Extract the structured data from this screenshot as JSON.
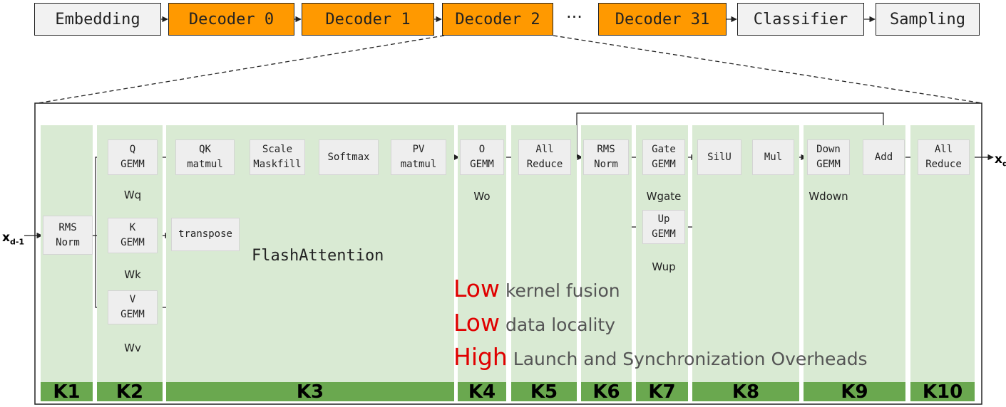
{
  "pipeline": {
    "stages": [
      "Embedding",
      "Decoder 0",
      "Decoder 1",
      "Decoder 2",
      "Decoder 31",
      "Classifier",
      "Sampling"
    ],
    "ellipsis": "···"
  },
  "detail": {
    "input": {
      "base": "x",
      "sub": "d-1"
    },
    "output": {
      "base": "x",
      "sub": "d"
    },
    "ops": {
      "rms_norm_1": "RMS\nNorm",
      "q_gemm": "Q\nGEMM",
      "k_gemm": "K\nGEMM",
      "v_gemm": "V\nGEMM",
      "qk_matmul": "QK\nmatmul",
      "transpose": "transpose",
      "scale_maskfill": "Scale\nMaskfill",
      "softmax": "Softmax",
      "pv_matmul": "PV\nmatmul",
      "o_gemm": "O\nGEMM",
      "all_reduce_1": "All\nReduce",
      "rms_norm_2": "RMS\nNorm",
      "gate_gemm": "Gate\nGEMM",
      "up_gemm": "Up\nGEMM",
      "silu": "SilU",
      "mul": "Mul",
      "down_gemm": "Down\nGEMM",
      "add": "Add",
      "all_reduce_2": "All\nReduce"
    },
    "weights": {
      "wq": "Wq",
      "wk": "Wk",
      "wv": "Wv",
      "wo": "Wo",
      "wgate": "Wgate",
      "wup": "Wup",
      "wdown": "Wdown"
    },
    "flash_label": "FlashAttention",
    "kernels": [
      "K1",
      "K2",
      "K3",
      "K4",
      "K5",
      "K6",
      "K7",
      "K8",
      "K9",
      "K10"
    ]
  },
  "notes": [
    {
      "keyword": "Low",
      "text": " kernel fusion"
    },
    {
      "keyword": "Low",
      "text": " data locality"
    },
    {
      "keyword": "High",
      "text": " Launch and Synchronization Overheads"
    }
  ],
  "colors": {
    "decoder": "#ff9900",
    "stage": "#f2f2f2",
    "kernel_panel": "#d9ead3",
    "kernel_bar": "#6aa84f",
    "emphasis": "#e00000"
  }
}
